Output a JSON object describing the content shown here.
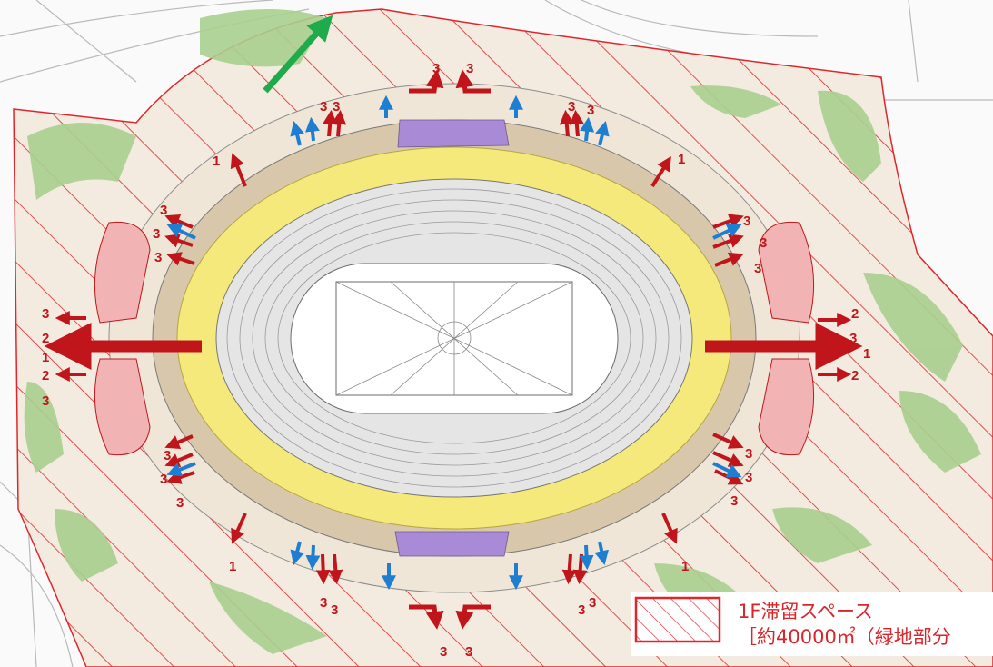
{
  "colors": {
    "hatch_area": "#f3ebe0",
    "hatch_line": "#e0262b",
    "area_border": "#e0262b",
    "greenery": "#a9cf8f",
    "concourse": "#f4e97a",
    "seating": "#e5e5e5",
    "pink_zone": "#f2b3b5",
    "purple_block": "#a98ad6",
    "exit_arrow": "#c0161b",
    "blue_arrow": "#1e7fd2",
    "north_arrow": "#1faa4c"
  },
  "legend": {
    "line1": "1F滞留スペース",
    "line2": "［約40000㎡（緑地部分"
  },
  "labels": [
    {
      "id": "nw-3a",
      "text": "3"
    },
    {
      "id": "nw-3b",
      "text": "3"
    },
    {
      "id": "n-3a",
      "text": "3"
    },
    {
      "id": "n-3b",
      "text": "3"
    },
    {
      "id": "ne-3a",
      "text": "3"
    },
    {
      "id": "ne-3b",
      "text": "3"
    },
    {
      "id": "nw-1",
      "text": "1"
    },
    {
      "id": "ne-1",
      "text": "1"
    },
    {
      "id": "wnw-3a",
      "text": "3"
    },
    {
      "id": "wnw-3b",
      "text": "3"
    },
    {
      "id": "wnw-3c",
      "text": "3"
    },
    {
      "id": "ene-3a",
      "text": "3"
    },
    {
      "id": "ene-3b",
      "text": "3"
    },
    {
      "id": "ene-3c",
      "text": "3"
    },
    {
      "id": "w-3",
      "text": "3"
    },
    {
      "id": "w-2a",
      "text": "2"
    },
    {
      "id": "w-1",
      "text": "1"
    },
    {
      "id": "w-2b",
      "text": "2"
    },
    {
      "id": "w-3b",
      "text": "3"
    },
    {
      "id": "e-2a",
      "text": "2"
    },
    {
      "id": "e-3",
      "text": "3"
    },
    {
      "id": "e-1",
      "text": "1"
    },
    {
      "id": "e-2b",
      "text": "2"
    },
    {
      "id": "wsw-3a",
      "text": "3"
    },
    {
      "id": "wsw-3b",
      "text": "3"
    },
    {
      "id": "wsw-3c",
      "text": "3"
    },
    {
      "id": "ese-3a",
      "text": "3"
    },
    {
      "id": "ese-3b",
      "text": "3"
    },
    {
      "id": "ese-3c",
      "text": "3"
    },
    {
      "id": "sw-1",
      "text": "1"
    },
    {
      "id": "se-1",
      "text": "1"
    },
    {
      "id": "ssw-3a",
      "text": "3"
    },
    {
      "id": "ssw-3b",
      "text": "3"
    },
    {
      "id": "sse-3a",
      "text": "3"
    },
    {
      "id": "sse-3b",
      "text": "3"
    },
    {
      "id": "s-3a",
      "text": "3"
    },
    {
      "id": "s-3b",
      "text": "3"
    }
  ]
}
